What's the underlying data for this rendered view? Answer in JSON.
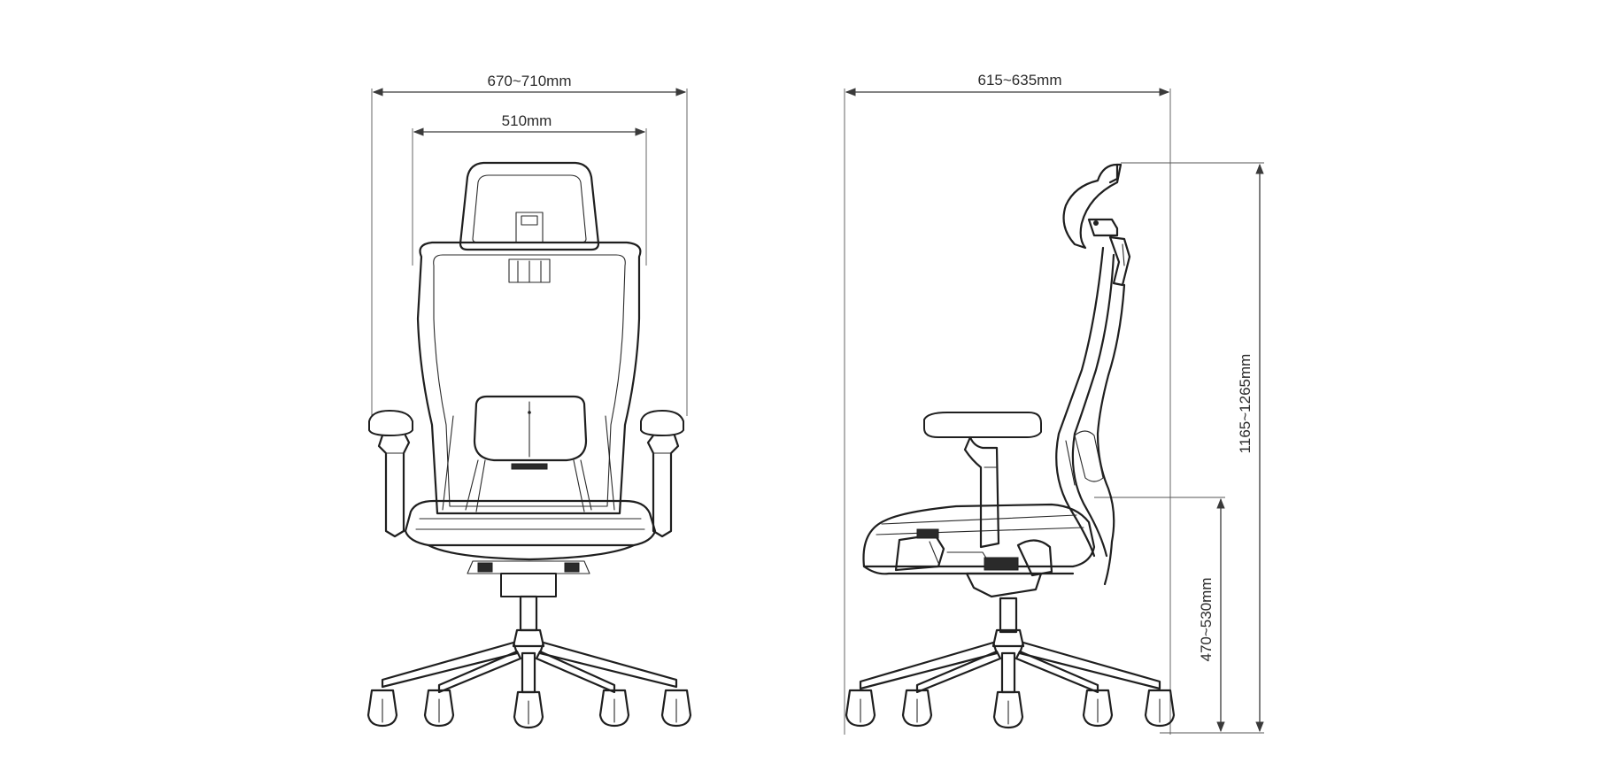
{
  "dimensions": {
    "front_overall_width": "670~710mm",
    "front_backrest_width": "510mm",
    "side_depth": "615~635mm",
    "side_total_height": "1165~1265mm",
    "side_seat_height": "470~530mm"
  },
  "colors": {
    "line": "#1f1f1f",
    "background": "#ffffff"
  }
}
